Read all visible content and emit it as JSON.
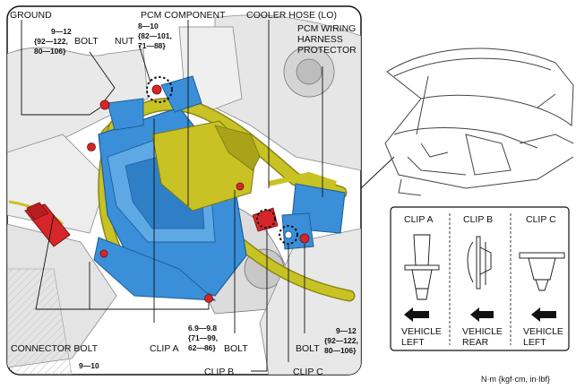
{
  "main_labels": {
    "ground": "GROUND",
    "pcm_component": "PCM COMPONENT",
    "cooler_hose": "COOLER HOSE (LO)",
    "pcm_wiring_1": "PCM WIRING",
    "pcm_wiring_2": "HARNESS",
    "pcm_wiring_3": "PROTECTOR",
    "bolt_top": "BOLT",
    "nut": "NUT",
    "connector_bolt": "CONNECTOR BOLT",
    "clip_a": "CLIP A",
    "bolt_mid": "BOLT",
    "clip_b": "CLIP B",
    "clip_c": "CLIP C",
    "bolt_right": "BOLT",
    "units": "N·m {kgf·cm, in·lbf}"
  },
  "torques": {
    "ground_bolt": [
      "9—12",
      "{92—122,",
      "80—106}"
    ],
    "nut": [
      "8—10",
      "{82—101,",
      "71—88}"
    ],
    "connector_bolt": [
      "9—10"
    ],
    "bolt_mid": [
      "6.9—9.8",
      "{71—99,",
      "62—86}"
    ],
    "bolt_right": [
      "9—12",
      "{92—122,",
      "80—106}"
    ]
  },
  "clip_panel": {
    "columns": [
      {
        "title": "CLIP A",
        "direction": [
          "VEHICLE",
          "LEFT"
        ]
      },
      {
        "title": "CLIP B",
        "direction": [
          "VEHICLE",
          "REAR"
        ]
      },
      {
        "title": "CLIP C",
        "direction": [
          "VEHICLE",
          "LEFT"
        ]
      }
    ]
  },
  "colors": {
    "pcm_blue": "#3a8fd8",
    "harness_yellow": "#c8c225",
    "connector_red": "#d6262a"
  }
}
